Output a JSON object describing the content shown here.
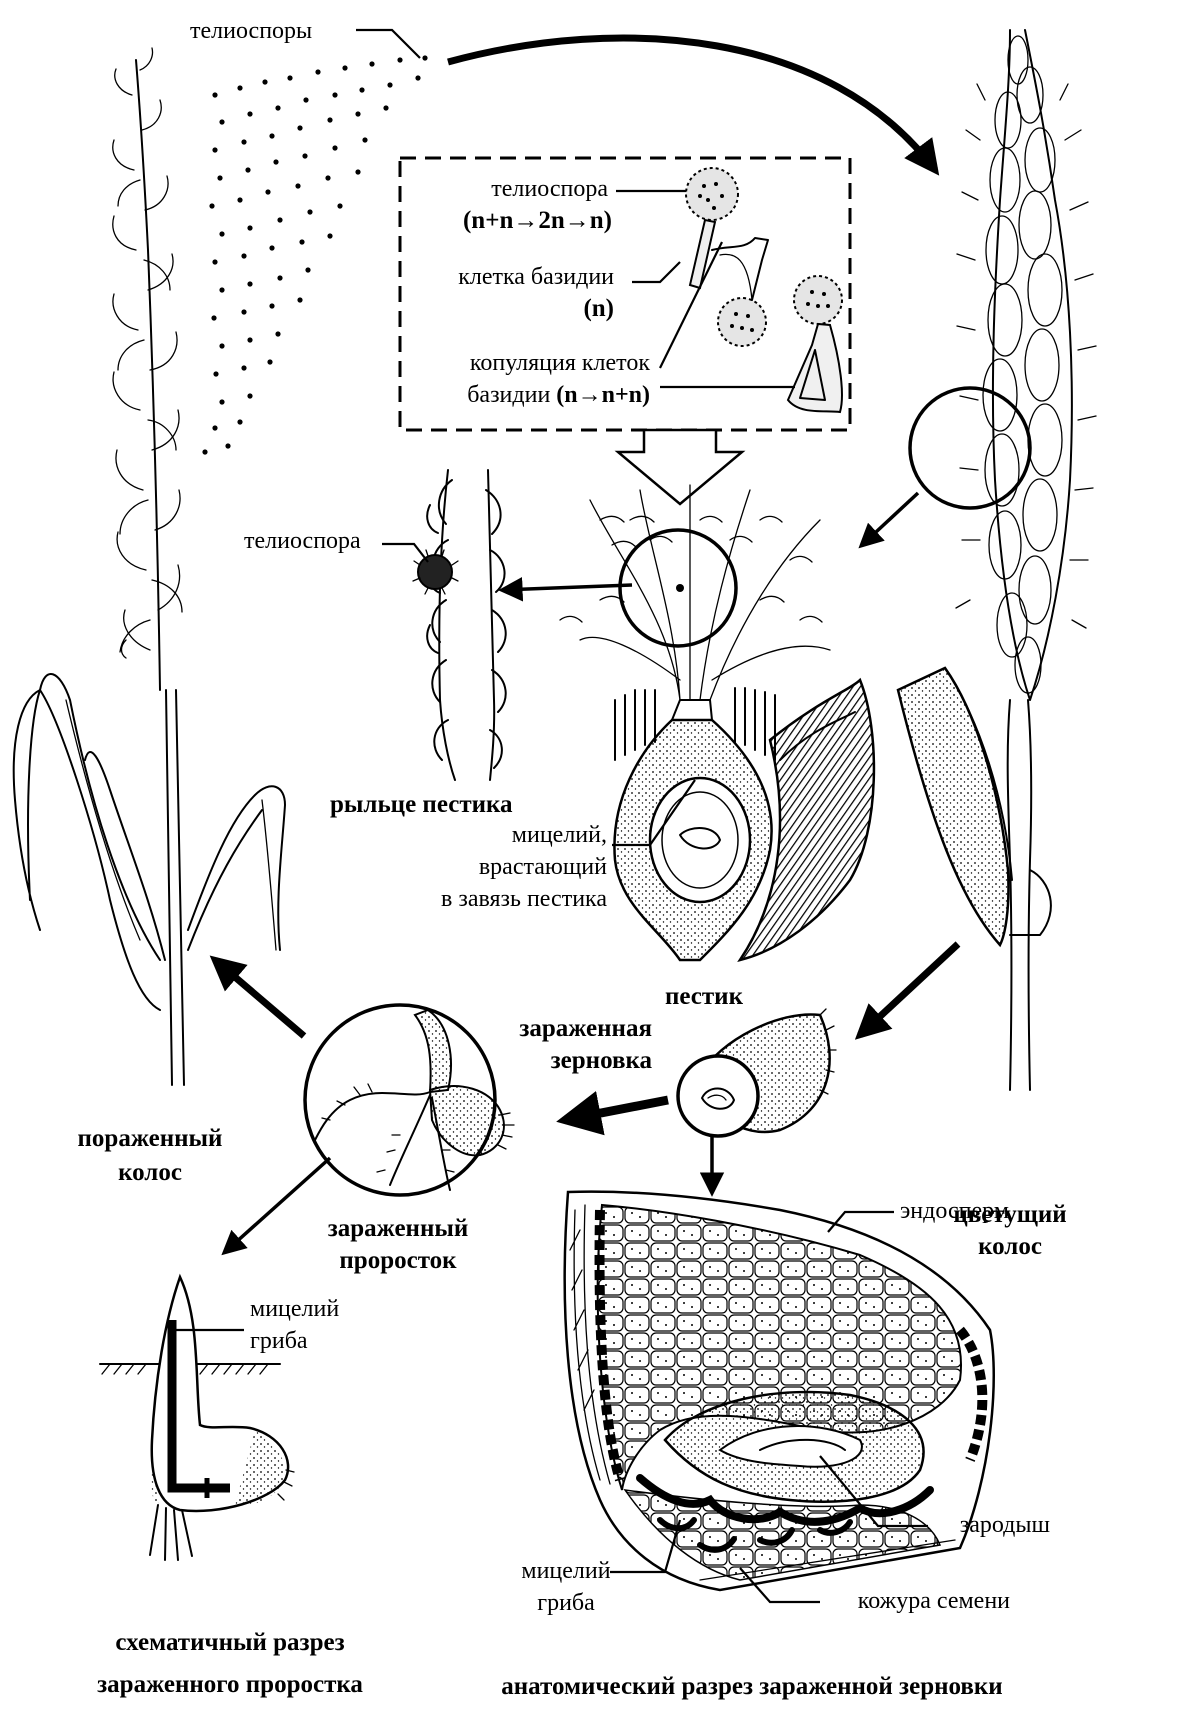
{
  "labels": {
    "teliospores": "телиоспоры",
    "inset_teliospore": "телиоспора",
    "inset_teliospore_formula": "(n+n→2n→n)",
    "basidium_cell": "клетка базидии",
    "basidium_cell_ploidy": "(n)",
    "copulation_line1": "копуляция клеток",
    "copulation_line2_text": "базидии",
    "copulation_line2_formula": "(n→n+n)",
    "stigma_teliospore": "телиоспора",
    "stigma": "рыльце пестика",
    "mycelium_ovary_1": "мицелий,",
    "mycelium_ovary_2": "врастающий",
    "mycelium_ovary_3": "в завязь пестика",
    "pistil": "пестик",
    "infected_grain_1": "зараженная",
    "infected_grain_2": "зерновка",
    "flowering_ear_1": "цветущий",
    "flowering_ear_2": "колос",
    "affected_ear_1": "пораженный",
    "affected_ear_2": "колос",
    "infected_seedling_1": "зараженный",
    "infected_seedling_2": "проросток",
    "mycelium_seedling_1": "мицелий",
    "mycelium_seedling_2": "гриба",
    "seedling_section_1": "схематичный разрез",
    "seedling_section_2": "зараженного проростка",
    "endosperm": "эндосперм",
    "embryo": "зародыш",
    "seed_coat": "кожура семени",
    "mycelium_grain_1": "мицелий",
    "mycelium_grain_2": "гриба",
    "grain_section": "анатомический разрез зараженной зерновки"
  },
  "colors": {
    "ink": "#000000",
    "paper": "#ffffff",
    "spore_fill": "#d9d9d9"
  }
}
